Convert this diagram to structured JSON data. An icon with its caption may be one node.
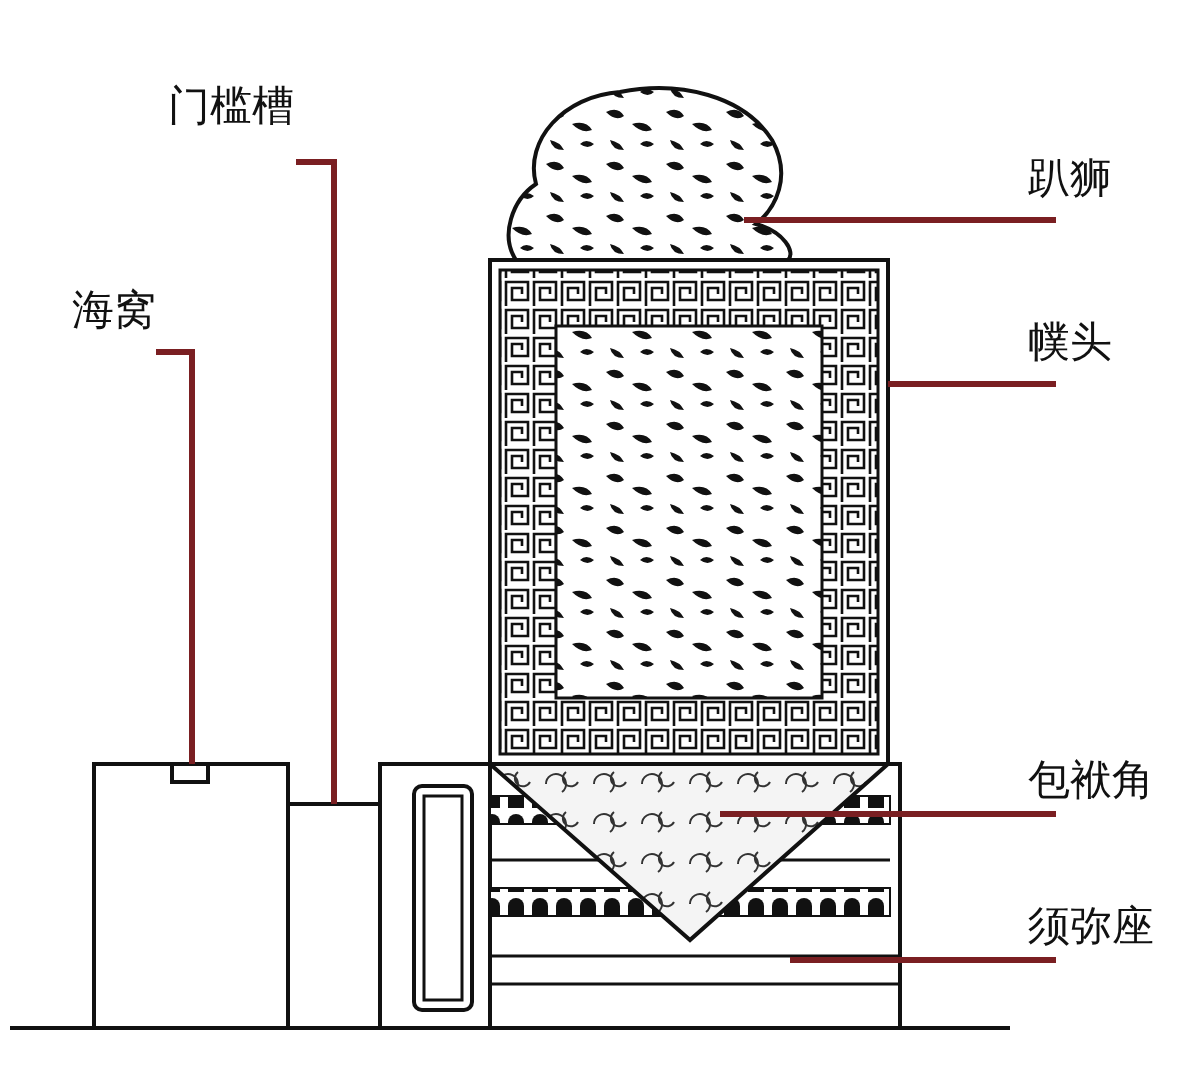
{
  "diagram": {
    "nodes": [
      {
        "text": [
          "门槛槽"
        ]
      },
      {
        "text": [
          "趴狮"
        ]
      },
      {
        "text": [
          "海窝"
        ]
      },
      {
        "text": [
          "幞头"
        ]
      },
      {
        "text": [
          "包袱角"
        ]
      },
      {
        "text": [
          "须弥座"
        ]
      },
      {
        "text": [],
        "shape": "picture"
      },
      {
        "text": [],
        "shape": "box"
      },
      {
        "text": [],
        "shape": "box"
      },
      {
        "text": [],
        "shape": "box"
      },
      {
        "text": [],
        "shape": "box"
      },
      {
        "text": [],
        "shape": "triangle",
        "in": 10
      }
    ],
    "edges": [
      {
        "from": 0,
        "to": 9,
        "arrow": "none"
      },
      {
        "from": 1,
        "to": 6,
        "arrow": "none"
      },
      {
        "from": 2,
        "to": 8,
        "arrow": "none"
      },
      {
        "from": 3,
        "to": 7,
        "arrow": "none"
      },
      {
        "from": 4,
        "to": 11,
        "arrow": "none"
      },
      {
        "from": 5,
        "to": 10,
        "arrow": "none"
      }
    ]
  }
}
